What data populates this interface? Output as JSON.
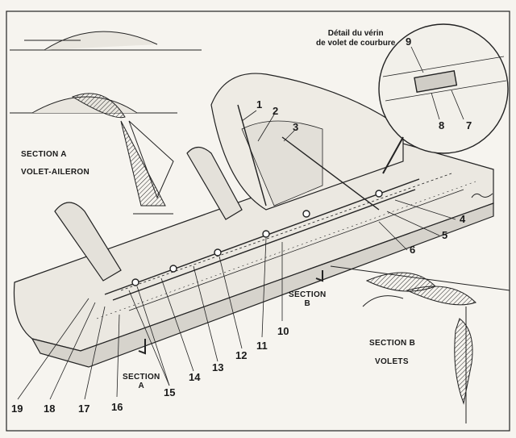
{
  "captions": {
    "section_a": "SECTION A",
    "volet_aileron": "VOLET-AILERON",
    "section_b": "SECTION B",
    "volets": "VOLETS",
    "detail_line1": "Détail du vérin",
    "detail_line2": "de volet de courbure",
    "marker_b_1": "SECTION",
    "marker_b_2": "B",
    "marker_a_1": "SECTION",
    "marker_a_2": "A"
  },
  "callouts": [
    "1",
    "2",
    "3",
    "4",
    "5",
    "6",
    "7",
    "8",
    "9",
    "10",
    "11",
    "12",
    "13",
    "14",
    "15",
    "16",
    "17",
    "18",
    "19"
  ],
  "colors": {
    "ink": "#1a1a1a",
    "paper": "#f6f4ef",
    "shade": "#d9d6cf"
  }
}
